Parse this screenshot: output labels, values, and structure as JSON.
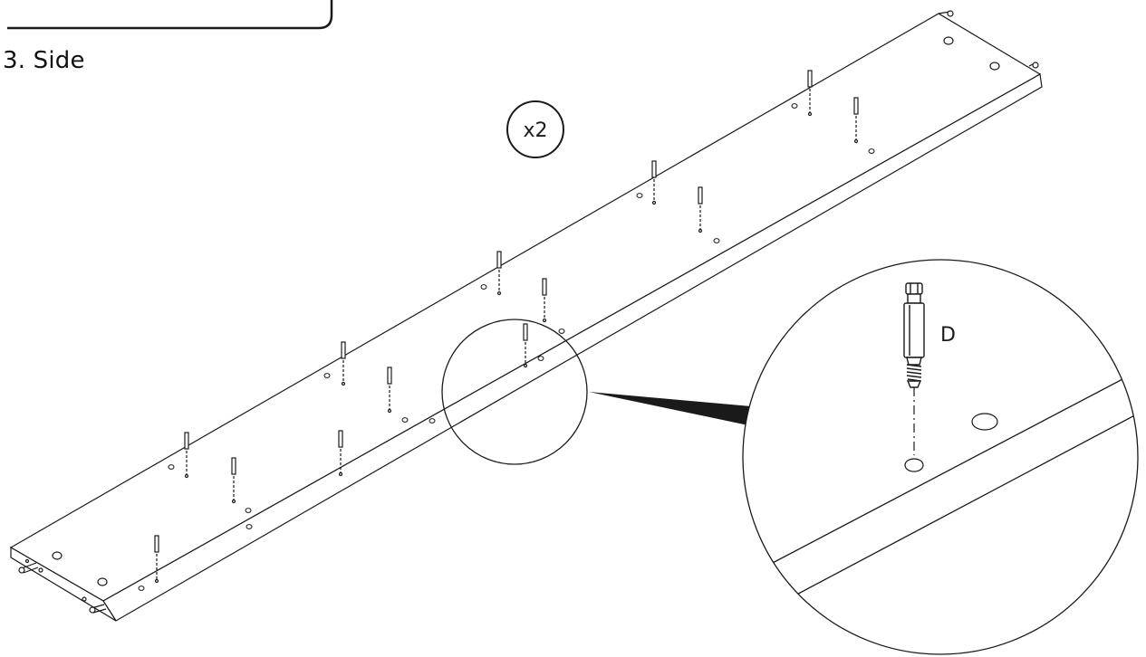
{
  "step": {
    "title": "3. Side"
  },
  "quantity_badge": {
    "label": "x2"
  },
  "detail": {
    "part_label": "D"
  },
  "colors": {
    "line": "#1a1a1a",
    "background": "#ffffff",
    "callout_fill": "#1a1a1a"
  },
  "icons": [
    "cam-bolt-icon",
    "dowel-icon",
    "magnifier-callout-icon"
  ]
}
